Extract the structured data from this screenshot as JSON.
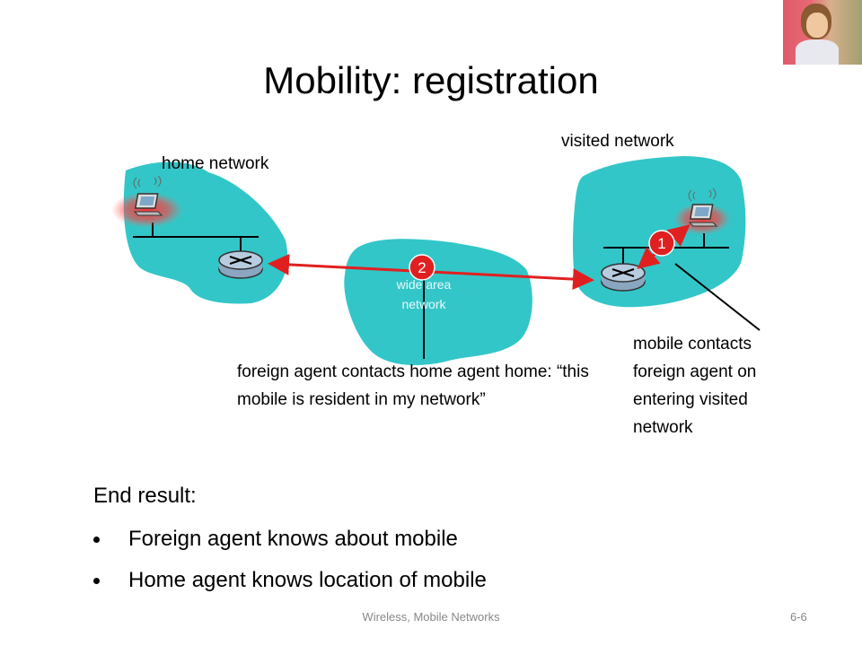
{
  "slide": {
    "title": "Mobility: registration",
    "footer": "Wireless, Mobile Networks",
    "page_number": "6-6"
  },
  "diagram": {
    "home_network_label": "home network",
    "visited_network_label": "visited network",
    "wan_label_line1": "wide area",
    "wan_label_line2": "network",
    "step1_label": "1",
    "step2_label": "2",
    "step1_annotation": "mobile contacts foreign agent on entering visited network",
    "step2_annotation": "foreign agent contacts home agent home: “this mobile is resident in my network”",
    "cloud_color": "#33c6c8",
    "arrow_color": "#e02020"
  },
  "summary": {
    "heading": "End result:",
    "bullets": [
      "Foreign agent knows about mobile",
      "Home agent knows location of mobile"
    ]
  }
}
